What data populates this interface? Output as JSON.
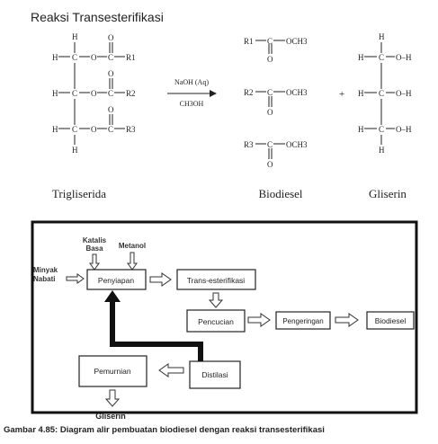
{
  "title": "Reaksi Transesterifikasi",
  "reaction": {
    "triglyceride_label": "Trigliserida",
    "biodiesel_label": "Biodiesel",
    "glycerin_label": "Gliserin",
    "reagent_top": "NaOH (Aq)",
    "reagent_bottom": "CH3OH",
    "plus": "+",
    "atoms": {
      "H": "H",
      "C": "C",
      "O": "O",
      "OH": "O–H",
      "R1": "R1",
      "R2": "R2",
      "R3": "R3",
      "OCH3": "OCH3"
    }
  },
  "flow": {
    "inputs": {
      "catalyst": "Katalis Basa",
      "methanol": "Metanol",
      "oil": "Minyak Nabati"
    },
    "boxes": {
      "preparation": "Penyiapan",
      "transesterification": "Trans-esterifikasi",
      "washing": "Pencucian",
      "drying": "Pengeringan",
      "biodiesel": "Biodiesel",
      "distillation": "Distilasi",
      "purification": "Pemurnian"
    },
    "output_glycerin": "Gliserin"
  },
  "caption": "Gambar 4.85: Diagram alir pembuatan biodiesel dengan reaksi transesterifikasi"
}
